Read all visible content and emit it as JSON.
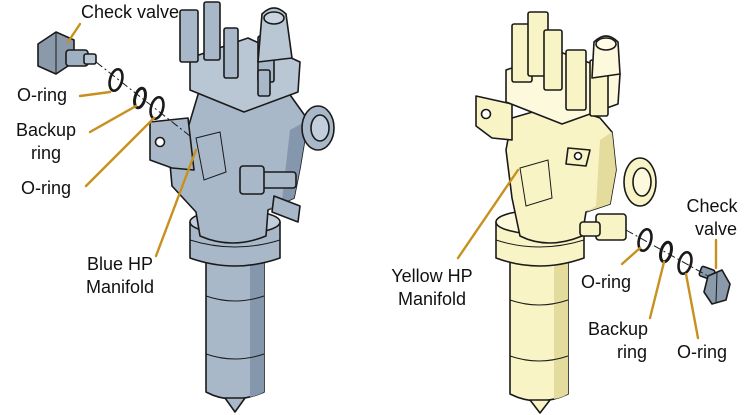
{
  "labels": {
    "left_check_valve": "Check valve",
    "left_o_ring_top": "O-ring",
    "left_backup_line1": "Backup",
    "left_backup_line2": "ring",
    "left_o_ring_bottom": "O-ring",
    "blue_line1": "Blue HP",
    "blue_line2": "Manifold",
    "yellow_line1": "Yellow HP",
    "yellow_line2": "Manifold",
    "right_check_line1": "Check",
    "right_check_line2": "valve",
    "right_o_ring_left": "O-ring",
    "right_backup_line1": "Backup",
    "right_backup_line2": "ring",
    "right_o_ring_right": "O-ring"
  },
  "colors": {
    "blue_manifold": "#a9b8c9",
    "blue_shade": "#8497ad",
    "yellow_manifold": "#f9f4c5",
    "yellow_shade": "#e4dc9d",
    "leader_line": "#c8901c",
    "check_valve_body": "#8a9aab"
  }
}
